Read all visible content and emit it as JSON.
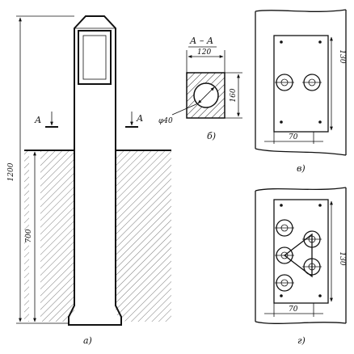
{
  "figure": {
    "panel_a": {
      "caption": "а)",
      "section_mark": "А",
      "dim_total_height": "1200",
      "dim_buried_depth": "700"
    },
    "panel_b": {
      "caption": "б)",
      "section_title": "А – А",
      "dim_width": "120",
      "dim_height": "160",
      "dim_hole": "φ40"
    },
    "panel_v": {
      "caption": "в)",
      "dim_height": "130",
      "dim_width": "70"
    },
    "panel_g": {
      "caption": "г)",
      "dim_height": "130",
      "dim_width": "70"
    }
  }
}
